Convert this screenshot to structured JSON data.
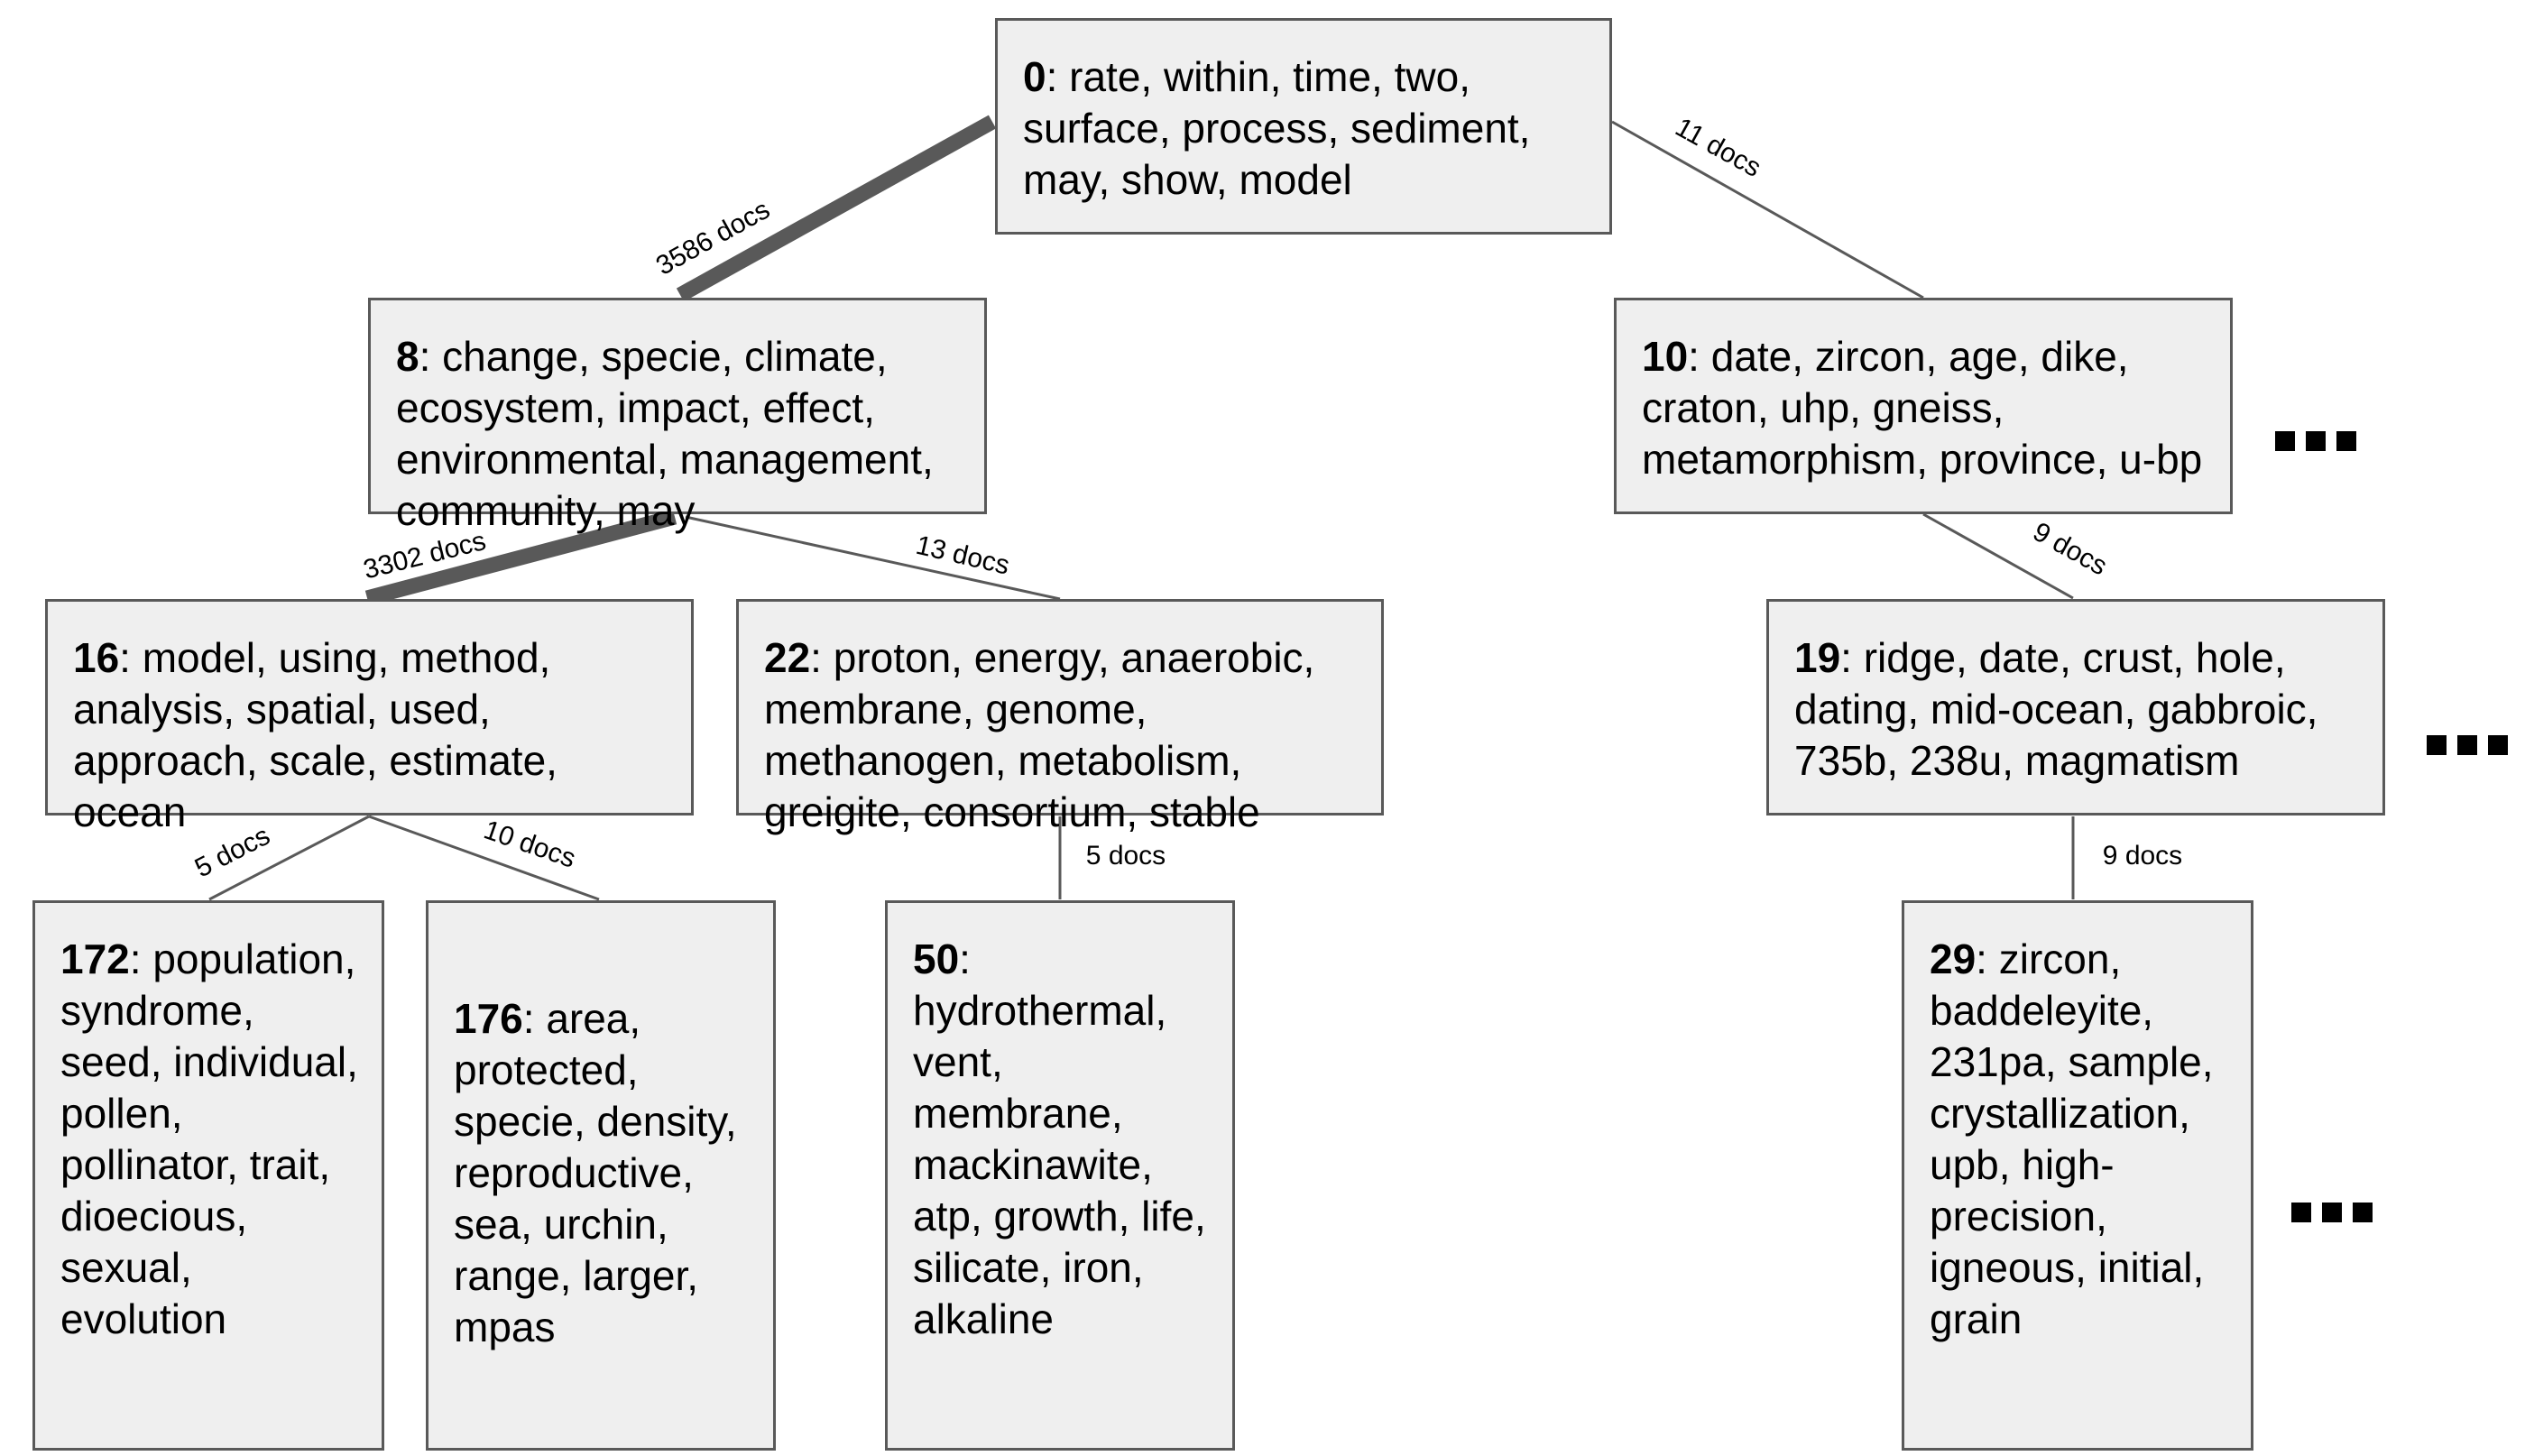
{
  "nodes": [
    {
      "key": "n0",
      "id": "0",
      "terms": "rate, within, time, two, surface, process, sediment, may, show, model"
    },
    {
      "key": "n8",
      "id": "8",
      "terms": "change, specie, climate, ecosystem, impact, effect, environmental, management, community, may"
    },
    {
      "key": "n10",
      "id": "10",
      "terms": "date, zircon, age, dike, craton, uhp, gneiss, metamorphism, province, u-bp"
    },
    {
      "key": "n16",
      "id": "16",
      "terms": "model, using, method, analysis, spatial, used, approach, scale, estimate, ocean"
    },
    {
      "key": "n22",
      "id": "22",
      "terms": "proton, energy, anaerobic, membrane, genome, methanogen, metabolism, greigite, consortium, stable"
    },
    {
      "key": "n19",
      "id": "19",
      "terms": "ridge, date, crust, hole, dating, mid-ocean, gabbroic, 735b, 238u, magmatism"
    },
    {
      "key": "n172",
      "id": "172",
      "terms": "population, syndrome, seed, individual, pollen, pollinator, trait, dioecious, sexual, evolution"
    },
    {
      "key": "n176",
      "id": "176",
      "terms": "area, protected, specie, density, reproductive, sea, urchin, range, larger, mpas"
    },
    {
      "key": "n50",
      "id": "50",
      "terms": "hydrothermal, vent, membrane, mackinawite, atp, growth, life, silicate, iron, alkaline"
    },
    {
      "key": "n29",
      "id": "29",
      "terms": "zircon, baddeleyite, 231pa, sample, crystallization, upb, high-precision, igneous, initial, grain"
    }
  ],
  "edges": [
    {
      "from": "n0",
      "to": "n8",
      "docs": 3586,
      "label": "3586 docs"
    },
    {
      "from": "n0",
      "to": "n10",
      "docs": 11,
      "label": "11 docs"
    },
    {
      "from": "n8",
      "to": "n16",
      "docs": 3302,
      "label": "3302 docs"
    },
    {
      "from": "n8",
      "to": "n22",
      "docs": 13,
      "label": "13 docs"
    },
    {
      "from": "n10",
      "to": "n19",
      "docs": 9,
      "label": "9 docs"
    },
    {
      "from": "n16",
      "to": "n172",
      "docs": 5,
      "label": "5 docs"
    },
    {
      "from": "n16",
      "to": "n176",
      "docs": 10,
      "label": "10 docs"
    },
    {
      "from": "n22",
      "to": "n50",
      "docs": 5,
      "label": "5 docs"
    },
    {
      "from": "n19",
      "to": "n29",
      "docs": 9,
      "label": "9 docs"
    }
  ],
  "ellipsis_markers": [
    "n10",
    "n19",
    "n29"
  ],
  "colors": {
    "box_fill": "#efefef",
    "box_border": "#595959",
    "edge": "#595959"
  }
}
